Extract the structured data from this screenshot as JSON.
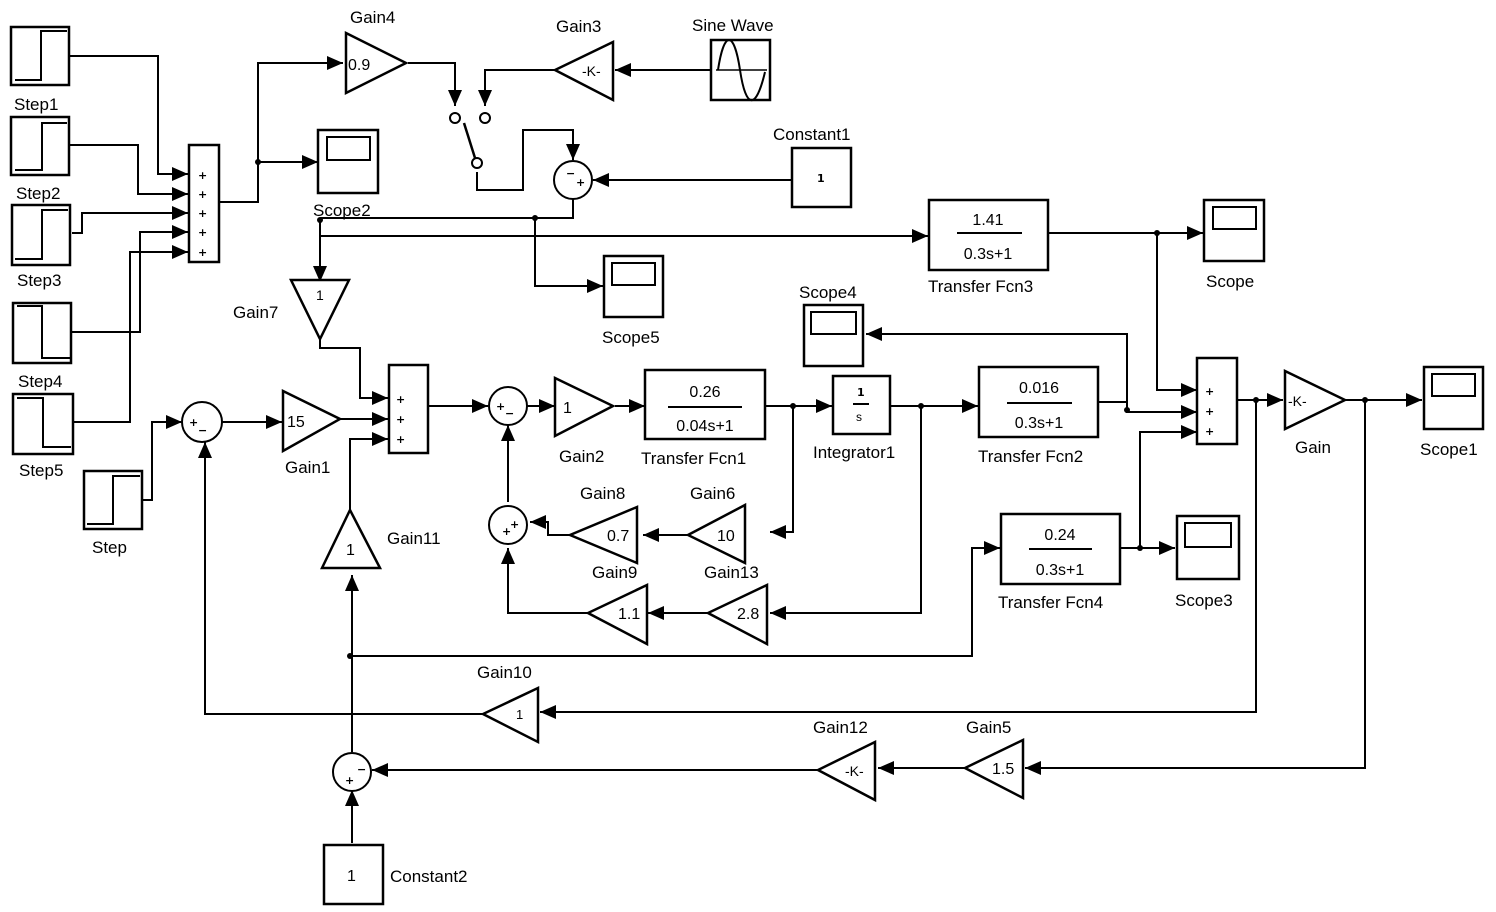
{
  "diagram": {
    "blocks": {
      "step1": {
        "label": "Step1"
      },
      "step2": {
        "label": "Step2"
      },
      "step3": {
        "label": "Step3"
      },
      "step4": {
        "label": "Step4"
      },
      "step5": {
        "label": "Step5"
      },
      "step": {
        "label": "Step"
      },
      "sum_top": {
        "signs": [
          "+",
          "+",
          "+",
          "+",
          "+"
        ]
      },
      "gain4": {
        "label": "Gain4",
        "value": "0.9"
      },
      "gain3": {
        "label": "Gain3",
        "value": "-K-"
      },
      "sine_wave": {
        "label": "Sine Wave"
      },
      "scope2": {
        "label": "Scope2"
      },
      "constant1": {
        "label": "Constant1",
        "value": "1"
      },
      "sum_switch": {
        "signs": [
          "−",
          "+"
        ]
      },
      "transfer_fcn3": {
        "label": "Transfer Fcn3",
        "num": "1.41",
        "den": "0.3s+1"
      },
      "scope": {
        "label": "Scope"
      },
      "scope5": {
        "label": "Scope5"
      },
      "gain7": {
        "label": "Gain7",
        "value": "1"
      },
      "scope4": {
        "label": "Scope4"
      },
      "sum_in1": {
        "signs": [
          "+",
          "−"
        ]
      },
      "gain1": {
        "label": "Gain1",
        "value": "15"
      },
      "sum_mid": {
        "signs": [
          "+",
          "+",
          "+"
        ]
      },
      "sum_in2": {
        "signs": [
          "+",
          "−"
        ]
      },
      "gain2": {
        "label": "Gain2",
        "value": "1"
      },
      "transfer_fcn1": {
        "label": "Transfer Fcn1",
        "num": "0.26",
        "den": "0.04s+1"
      },
      "integrator1": {
        "label": "Integrator1",
        "num": "1",
        "den": "s"
      },
      "transfer_fcn2": {
        "label": "Transfer Fcn2",
        "num": "0.016",
        "den": "0.3s+1"
      },
      "sum_right": {
        "signs": [
          "+",
          "+",
          "+"
        ]
      },
      "gain": {
        "label": "Gain",
        "value": "-K-"
      },
      "scope1": {
        "label": "Scope1"
      },
      "gain11": {
        "label": "Gain11",
        "value": "1"
      },
      "sum_fb": {
        "signs": [
          "+",
          "+"
        ]
      },
      "gain8": {
        "label": "Gain8"
      },
      "gain9": {
        "label": "Gain9",
        "value": "0.7"
      },
      "gain6": {
        "label": "Gain6"
      },
      "gain13": {
        "label": "Gain13",
        "value": "10"
      },
      "gain_1_1": {
        "value": "1.1"
      },
      "gain_2_8": {
        "value": "2.8"
      },
      "transfer_fcn4": {
        "label": "Transfer Fcn4",
        "num": "0.24",
        "den": "0.3s+1"
      },
      "scope3": {
        "label": "Scope3"
      },
      "gain10": {
        "label": "Gain10",
        "value": "1"
      },
      "gain12": {
        "label": "Gain12",
        "value": "-K-"
      },
      "gain5": {
        "label": "Gain5",
        "value": "1.5"
      },
      "sum_bottom": {
        "signs": [
          "+",
          "−"
        ]
      },
      "constant2": {
        "label": "Constant2",
        "value": "1"
      }
    }
  }
}
